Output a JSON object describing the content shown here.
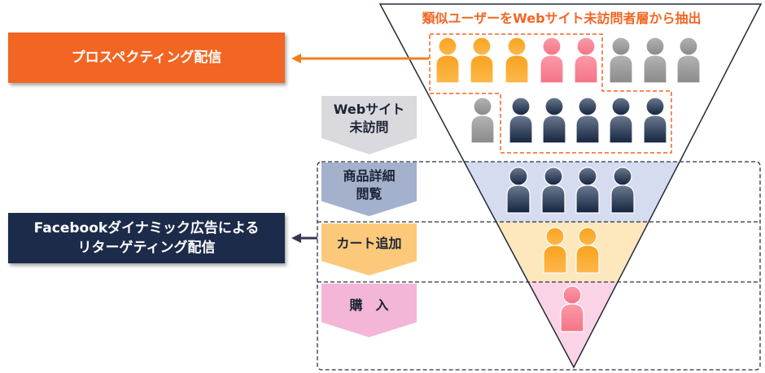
{
  "title": "類似ユーザーをWebサイト未訪問者層から抽出",
  "prospecting": {
    "label": "プロスペクティング配信",
    "color": "#f26522"
  },
  "retargeting": {
    "line1": "Facebookダイナミック広告による",
    "line2": "リターゲティング配信",
    "color": "#1c2b4a"
  },
  "stages": [
    {
      "label1": "Webサイト",
      "label2": "未訪問",
      "color": "#d9d9de"
    },
    {
      "label1": "商品詳細",
      "label2": "閲覧",
      "color": "#a3b1cc"
    },
    {
      "label1": "カート追加",
      "label2": "",
      "color": "#fcc97a"
    },
    {
      "label1": "購　入",
      "label2": "",
      "color": "#f3b6d6"
    }
  ],
  "people": {
    "row1": [
      "orange",
      "orange",
      "orange",
      "pink",
      "pink",
      "gray",
      "gray",
      "gray"
    ],
    "row2": [
      "gray",
      "navy",
      "navy",
      "navy",
      "navy",
      "navy"
    ],
    "detail_view": [
      "navy",
      "navy",
      "navy",
      "navy"
    ],
    "cart": [
      "orange",
      "orange"
    ],
    "purchase": [
      "pink"
    ]
  }
}
